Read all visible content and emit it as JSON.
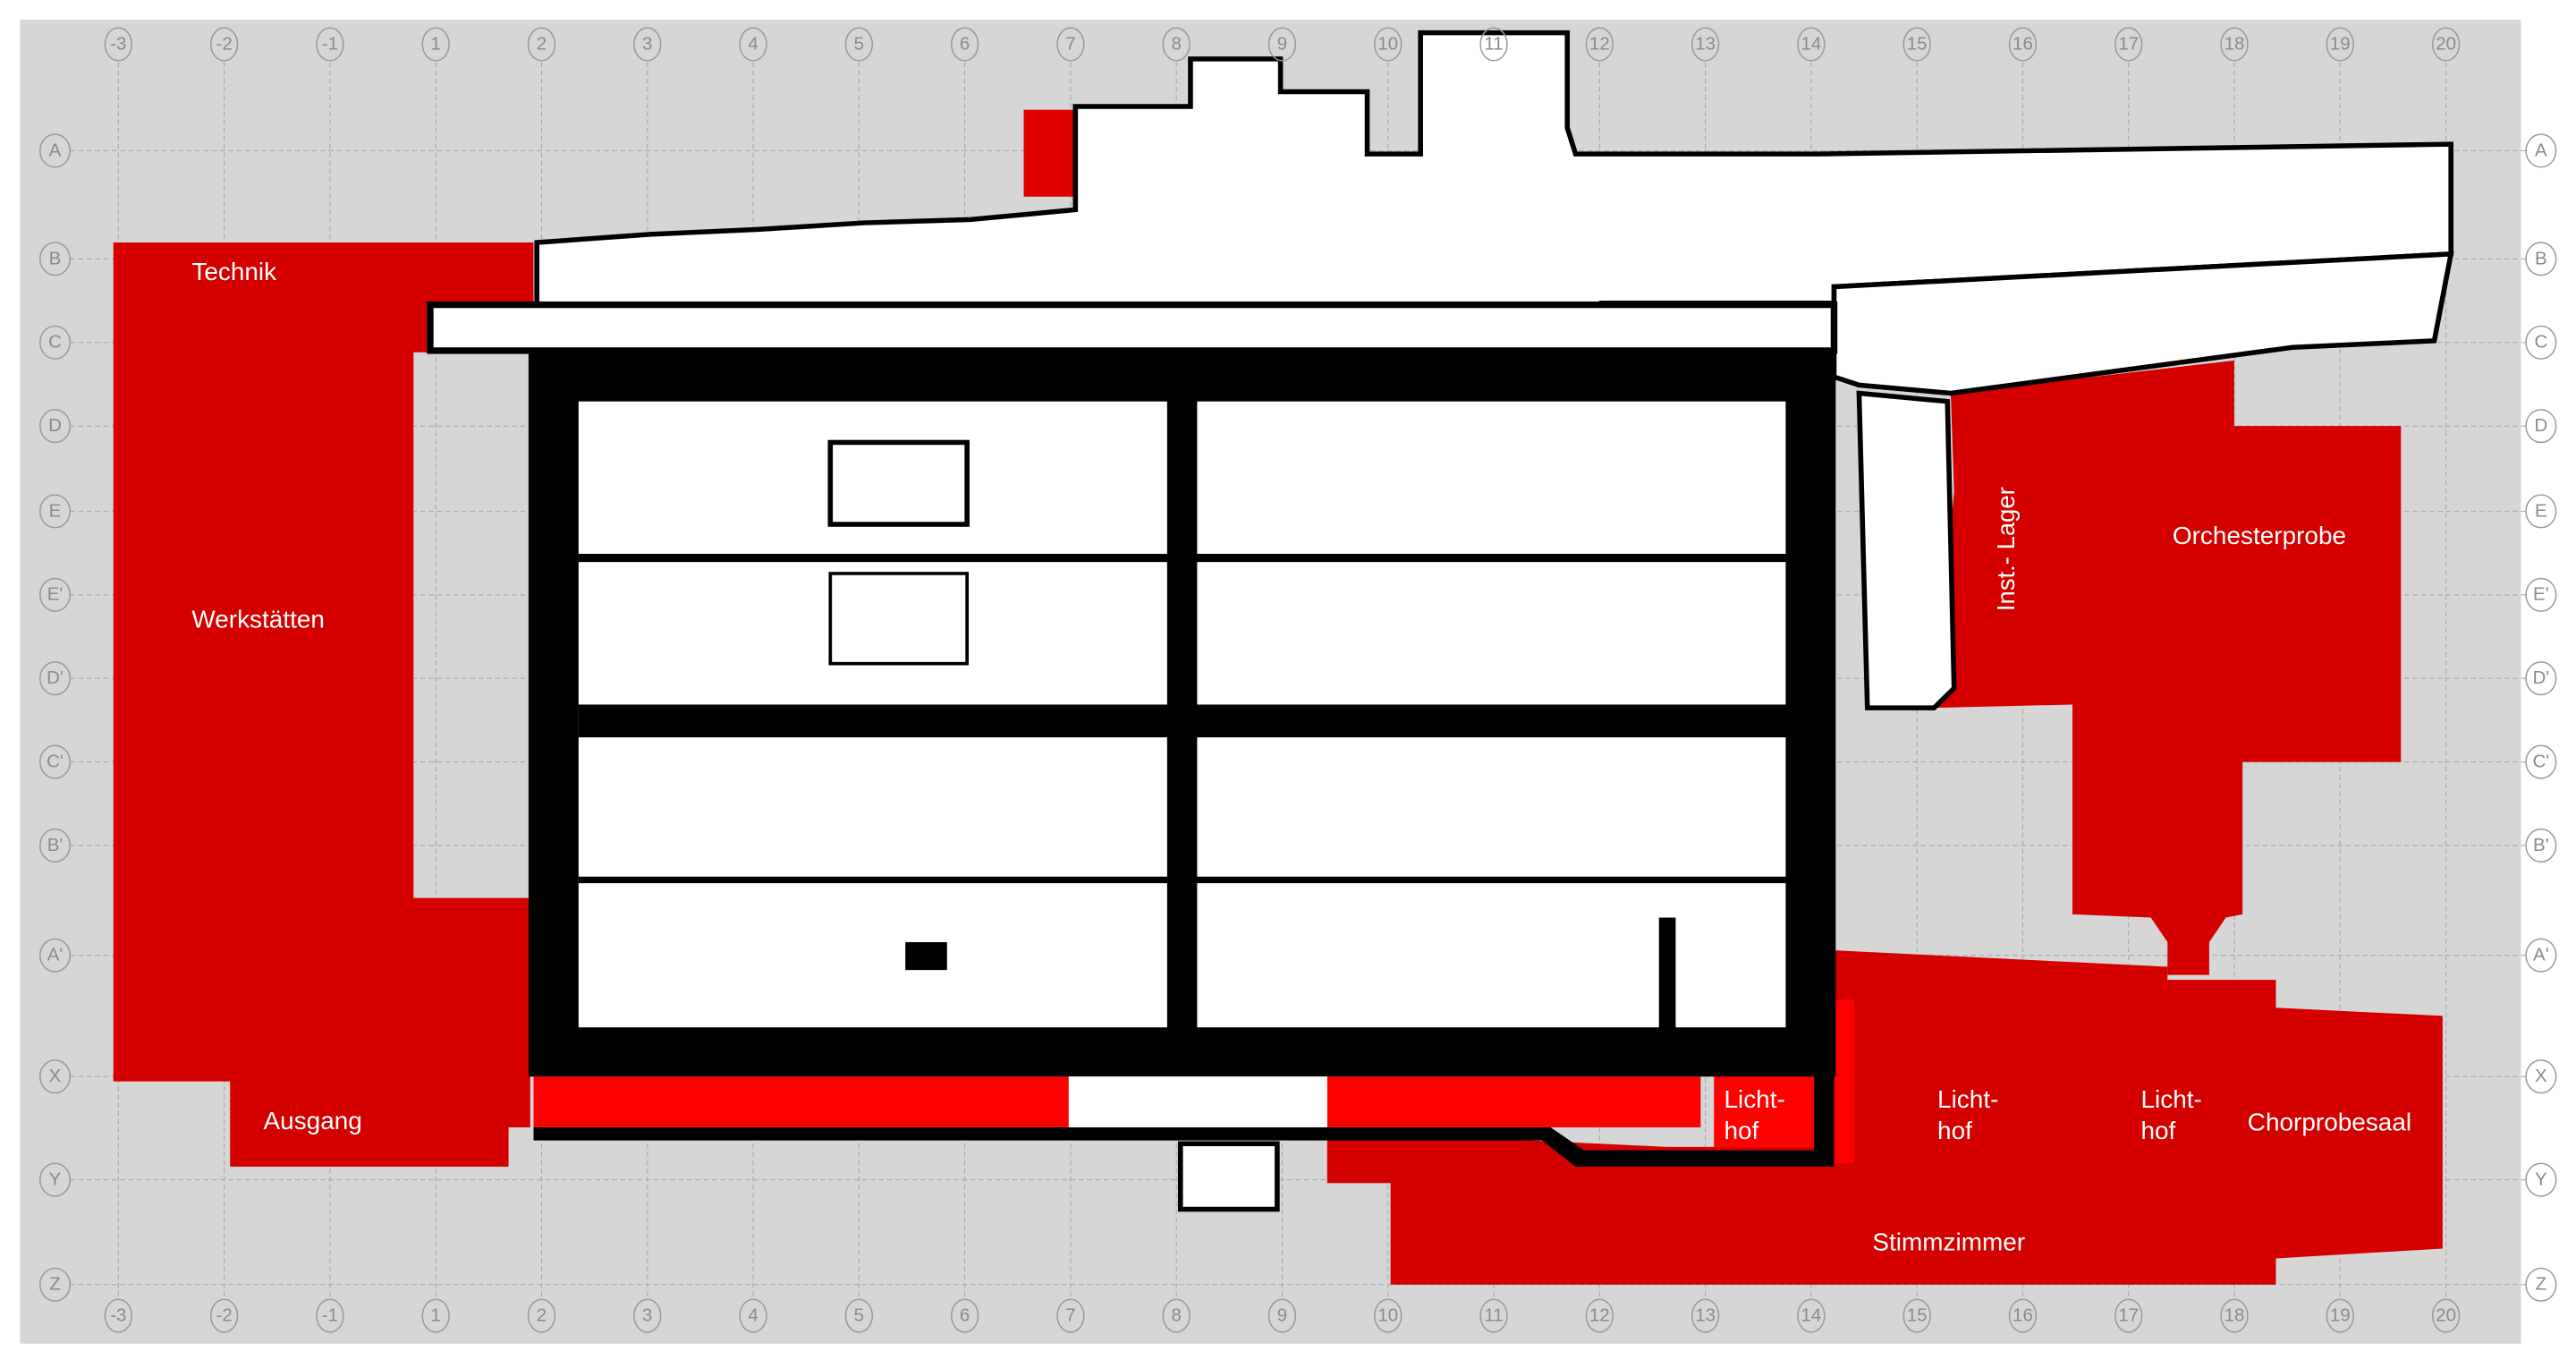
{
  "colors": {
    "background": "#d6d6d6",
    "area_red": "#d40000",
    "area_bright_red": "#ff0000",
    "wall": "#000000",
    "room": "#ffffff",
    "grid": "#a8a8a8"
  },
  "grid": {
    "columns": [
      "-3",
      "-2",
      "-1",
      "1",
      "2",
      "3",
      "4",
      "5",
      "6",
      "7",
      "8",
      "9",
      "10",
      "11",
      "12",
      "13",
      "14",
      "15",
      "16",
      "17",
      "18",
      "19",
      "20"
    ],
    "rows": [
      "A",
      "B",
      "C",
      "D",
      "E",
      "E'",
      "D'",
      "C'",
      "B'",
      "A'",
      "X",
      "Y",
      "Z"
    ]
  },
  "areas": {
    "technik": "Technik",
    "werkstaetten": "Werkstätten",
    "ausgang": "Ausgang",
    "inst_lager": "Inst.- Lager",
    "orchesterprobe": "Orchesterprobe",
    "lichthof_1": [
      "Licht-",
      "hof"
    ],
    "lichthof_2": [
      "Licht-",
      "hof"
    ],
    "lichthof_3": [
      "Licht-",
      "hof"
    ],
    "chorprobesaal": "Chorprobesaal",
    "stimmzimmer": "Stimmzimmer"
  }
}
